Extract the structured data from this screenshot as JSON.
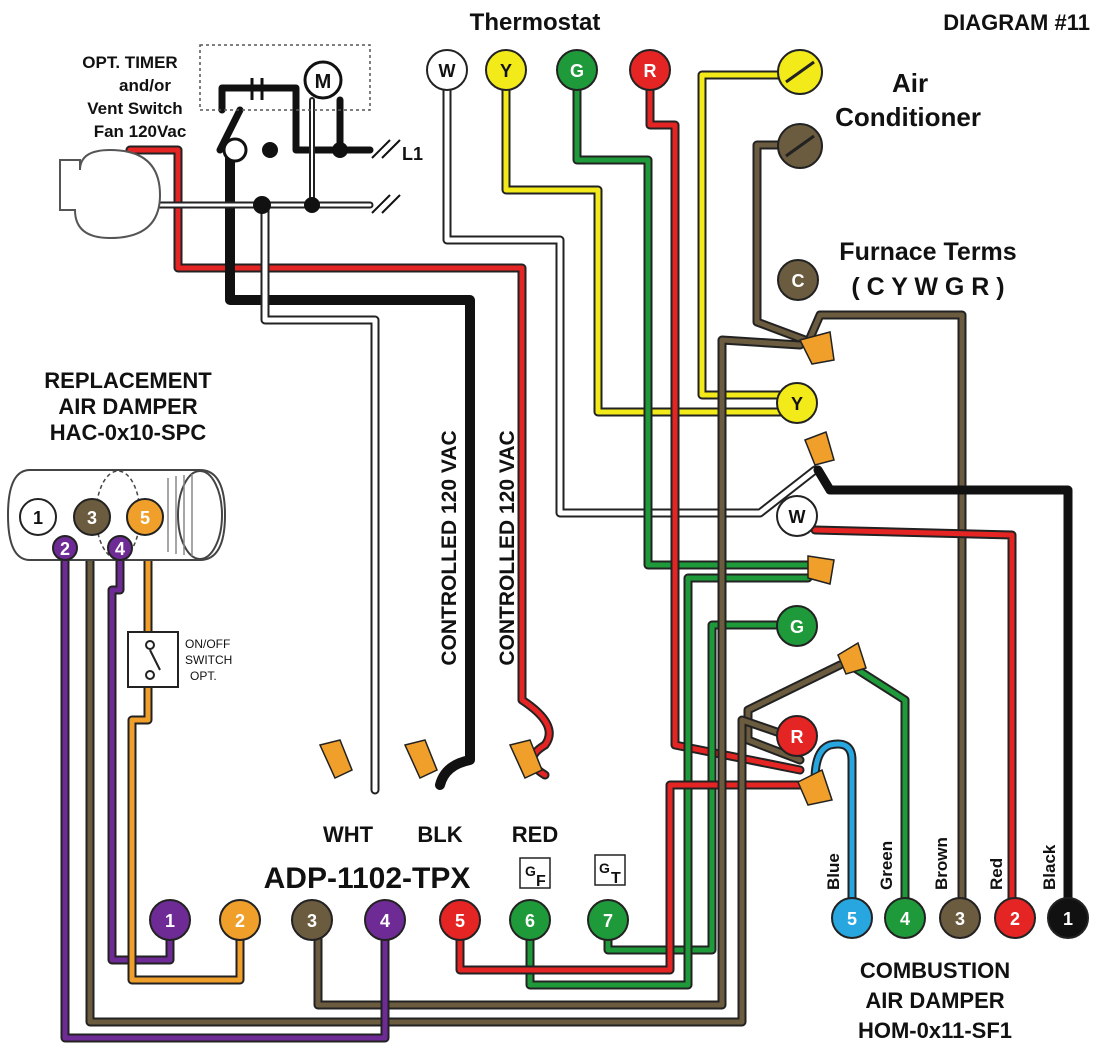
{
  "colors": {
    "white": "#ffffff",
    "yellow": "#f3ea1a",
    "green": "#1f9a3a",
    "red": "#e52424",
    "brown": "#6b5b3f",
    "black": "#111111",
    "purple": "#6f2b95",
    "orange": "#f0a02a",
    "blue": "#27a6e0",
    "gray": "#cfcfcf",
    "outline": "#222222"
  },
  "header": {
    "diagram_title": "DIAGRAM #11"
  },
  "thermostat": {
    "title": "Thermostat",
    "terminals": [
      {
        "label": "W",
        "color": "white"
      },
      {
        "label": "Y",
        "color": "yellow"
      },
      {
        "label": "G",
        "color": "green"
      },
      {
        "label": "R",
        "color": "red"
      }
    ]
  },
  "air_conditioner": {
    "title_line1": "Air",
    "title_line2": "Conditioner"
  },
  "furnace": {
    "title": "Furnace Terms",
    "subtitle": "( C Y W G R )",
    "terminals": [
      {
        "label": "C",
        "color": "brown"
      },
      {
        "label": "Y",
        "color": "yellow"
      },
      {
        "label": "W",
        "color": "white"
      },
      {
        "label": "G",
        "color": "green"
      },
      {
        "label": "R",
        "color": "red"
      }
    ]
  },
  "timer": {
    "line1": "OPT. TIMER",
    "line2": "and/or",
    "line3": "Vent Switch",
    "line4": "Fan 120Vac",
    "motor": "M",
    "l1": "L1"
  },
  "replacement_damper": {
    "line1": "REPLACEMENT",
    "line2": "AIR DAMPER",
    "line3": "HAC-0x10-SPC",
    "terminals": [
      {
        "label": "1",
        "color": "white"
      },
      {
        "label": "3",
        "color": "brown"
      },
      {
        "label": "5",
        "color": "orange"
      },
      {
        "label": "2",
        "color": "purple"
      },
      {
        "label": "4",
        "color": "purple"
      }
    ],
    "switch_line1": "ON/OFF",
    "switch_line2": "SWITCH",
    "switch_line3": "OPT."
  },
  "controlled": {
    "label1": "CONTROLLED 120 VAC",
    "label2": "CONTROLLED 120 VAC"
  },
  "wire_labels": {
    "wht": "WHT",
    "blk": "BLK",
    "red": "RED"
  },
  "adp": {
    "title": "ADP-1102-TPX",
    "gf": "G",
    "gf_sub": "F",
    "gt": "G",
    "gt_sub": "T",
    "terminals": [
      {
        "label": "1",
        "color": "purple"
      },
      {
        "label": "2",
        "color": "orange"
      },
      {
        "label": "3",
        "color": "brown"
      },
      {
        "label": "4",
        "color": "purple"
      },
      {
        "label": "5",
        "color": "red"
      },
      {
        "label": "6",
        "color": "green"
      },
      {
        "label": "7",
        "color": "green"
      }
    ]
  },
  "combustion_damper": {
    "line1": "COMBUSTION",
    "line2": "AIR DAMPER",
    "line3": "HOM-0x11-SF1",
    "wire_names": [
      "Blue",
      "Green",
      "Brown",
      "Red",
      "Black"
    ],
    "terminals": [
      {
        "label": "5",
        "color": "blue"
      },
      {
        "label": "4",
        "color": "green"
      },
      {
        "label": "3",
        "color": "brown"
      },
      {
        "label": "2",
        "color": "red"
      },
      {
        "label": "1",
        "color": "black"
      }
    ]
  }
}
